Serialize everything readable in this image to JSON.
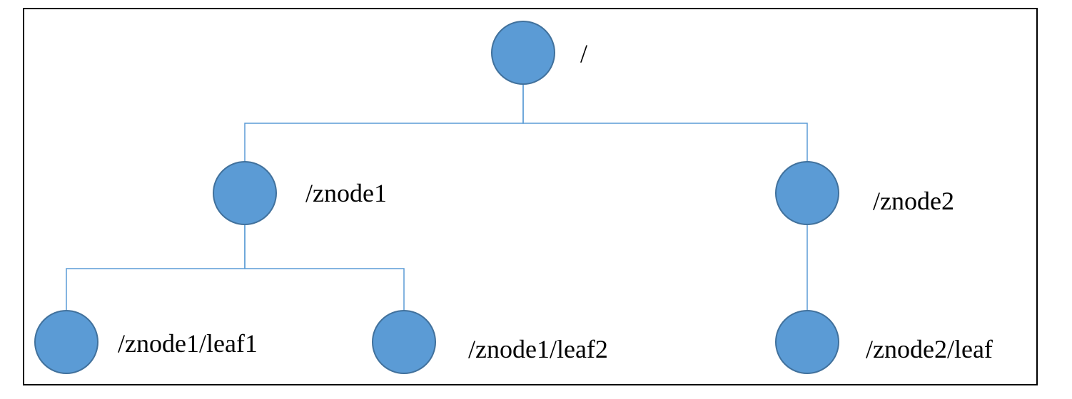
{
  "colors": {
    "node_fill": "#5b9bd5",
    "node_stroke": "#41719c",
    "edge": "#5b9bd5",
    "label": "#000000",
    "frame": "#000000"
  },
  "tree": {
    "nodes": [
      {
        "id": "root",
        "label": "/"
      },
      {
        "id": "znode1",
        "label": "/znode1"
      },
      {
        "id": "znode2",
        "label": "/znode2"
      },
      {
        "id": "znode1-leaf1",
        "label": "/znode1/leaf1"
      },
      {
        "id": "znode1-leaf2",
        "label": "/znode1/leaf2"
      },
      {
        "id": "znode2-leaf",
        "label": "/znode2/leaf"
      }
    ],
    "edges": [
      {
        "from": "root",
        "to": "znode1"
      },
      {
        "from": "root",
        "to": "znode2"
      },
      {
        "from": "znode1",
        "to": "znode1-leaf1"
      },
      {
        "from": "znode1",
        "to": "znode1-leaf2"
      },
      {
        "from": "znode2",
        "to": "znode2-leaf"
      }
    ]
  }
}
